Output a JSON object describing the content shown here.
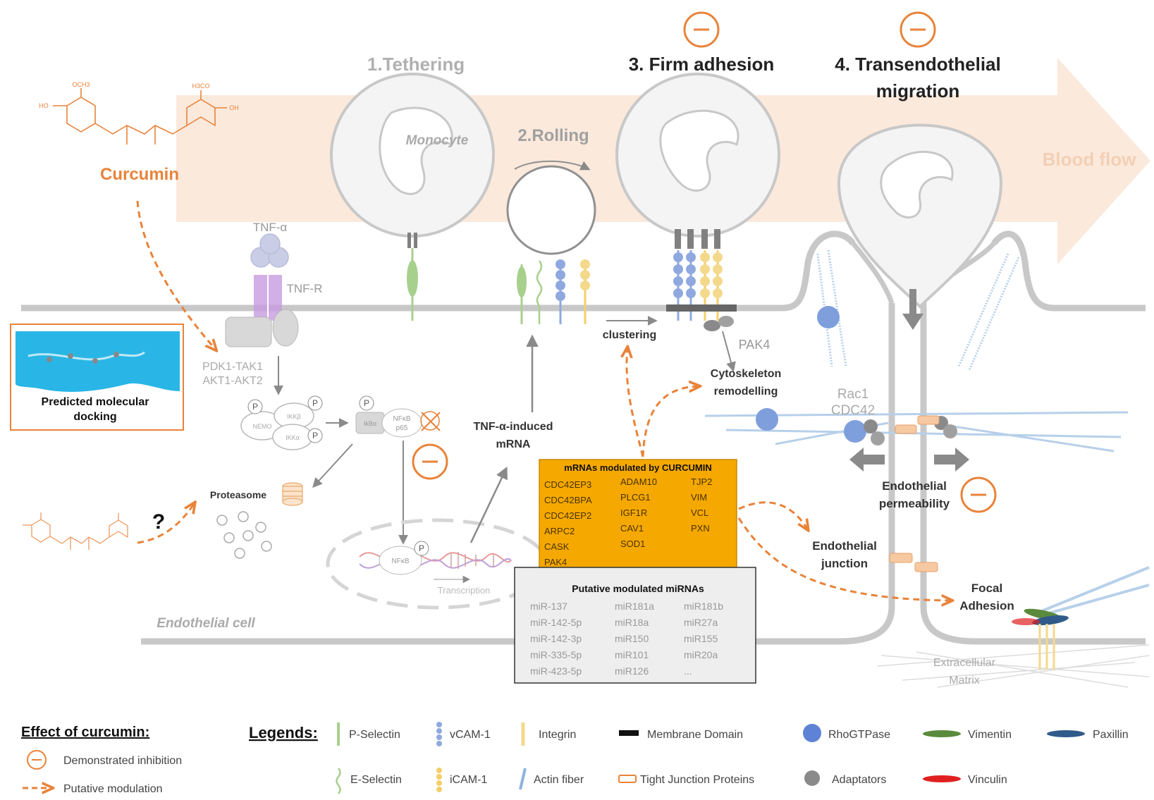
{
  "colors": {
    "curcumin": "#e8833a",
    "grey": "#9a9a9a",
    "dark": "#222222",
    "membrane": "#c8c8c8",
    "mrna_box_fill": "#f5a800",
    "mirna_box_fill": "#eeeeee",
    "blood_flow": "#fbe7d8",
    "docking": "#29b6e6",
    "tnf_receptor": "#c79be0",
    "p_selectin": "#a8d08d",
    "e_selectin": "#a8d08d",
    "vcam": "#8fa9e0",
    "icam": "#f4cf6a",
    "integrin": "#f4d98c",
    "actin": "#b7d0ea",
    "rhogtpase": "#7f9fdc",
    "vimentin": "#5a8a3c",
    "paxillin": "#2f5a8a",
    "vinculin": "#e02020",
    "tight_junction": "#f6c9a2",
    "adaptor": "#8a8a8a"
  },
  "curcumin": {
    "label": "Curcumin",
    "ome_left": "OCH3",
    "ome_right": "H3CO",
    "oh_left": "HO",
    "oh_right": "OH"
  },
  "steps": {
    "tethering": "1.Tethering",
    "rolling": "2.Rolling",
    "firm_adhesion": "3. Firm adhesion",
    "transendothelial_1": "4. Transendothelial",
    "transendothelial_2": "migration"
  },
  "blood_flow": "Blood flow",
  "monocyte": "Monocyte",
  "tnf_alpha": "TNF-α",
  "tnf_r": "TNF-R",
  "pathway": {
    "pdk1": "PDK1-TAK1",
    "akt": "AKT1-AKT2",
    "ikka": "IKKα",
    "ikkb": "IKKβ",
    "nemo": "NEMO",
    "ikba": "IkBα",
    "nfkb": "NFκB",
    "p65": "p65",
    "p": "P"
  },
  "docking": {
    "line1": "Predicted molecular",
    "line2": "docking"
  },
  "proteasome": "Proteasome",
  "question": "?",
  "nucleus": {
    "nfkb": "NFκB",
    "transcription": "Transcription"
  },
  "tnf_mrna": {
    "line1": "TNF-α-induced",
    "line2": "mRNA"
  },
  "clustering": "clustering",
  "pak4": "PAK4",
  "cytoskeleton": {
    "line1": "Cytoskeleton",
    "line2": "remodelling"
  },
  "rac1": "Rac1",
  "cdc42": "CDC42",
  "permeability": {
    "line1": "Endothelial",
    "line2": "permeability"
  },
  "junction": {
    "line1": "Endothelial",
    "line2": "junction"
  },
  "focal": {
    "line1": "Focal",
    "line2": "Adhesion"
  },
  "ecm": {
    "line1": "Extracellular",
    "line2": "Matrix"
  },
  "endothelial_cell": "Endothelial cell",
  "mrna_box": {
    "title": "mRNAs modulated by CURCUMIN",
    "col1": [
      "CDC42EP3",
      "CDC42BPA",
      "CDC42EP2",
      "ARPC2",
      "CASK",
      "PAK4"
    ],
    "col2": [
      "ADAM10",
      "PLCG1",
      "IGF1R",
      "CAV1",
      "SOD1"
    ],
    "col3": [
      "TJP2",
      "VIM",
      "VCL",
      "PXN"
    ]
  },
  "mirna_box": {
    "title": "Putative modulated miRNAs",
    "col1": [
      "miR-137",
      "miR-142-5p",
      "miR-142-3p",
      "miR-335-5p",
      "miR-423-5p"
    ],
    "col2": [
      "miR181a",
      "miR18a",
      "miR150",
      "miR101",
      "miR126"
    ],
    "col3": [
      "miR181b",
      "miR27a",
      "miR155",
      "miR20a",
      "..."
    ]
  },
  "effect_legend": {
    "title": "Effect of curcumin:",
    "inhibition": "Demonstrated inhibition",
    "modulation": "Putative modulation"
  },
  "legends": {
    "title": "Legends:",
    "p_selectin": "P-Selectin",
    "e_selectin": "E-Selectin",
    "vcam": "vCAM-1",
    "icam": "iCAM-1",
    "integrin": "Integrin",
    "actin": "Actin fiber",
    "membrane_domain": "Membrane Domain",
    "tight_junction": "Tight Junction Proteins",
    "rhogtpase": "RhoGTPase",
    "adaptators": "Adaptators",
    "vimentin": "Vimentin",
    "vinculin": "Vinculin",
    "paxillin": "Paxillin"
  }
}
